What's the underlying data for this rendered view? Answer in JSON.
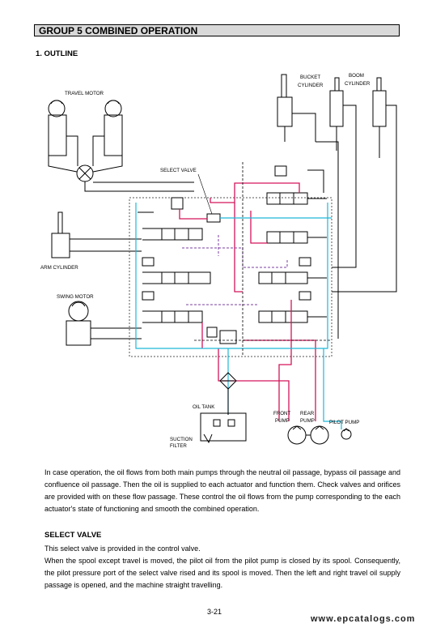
{
  "header": {
    "group_title": "GROUP  5  COMBINED OPERATION"
  },
  "section": {
    "title": "1. OUTLINE"
  },
  "diagram": {
    "labels": {
      "travel_motor": "TRAVEL MOTOR",
      "bucket_cylinder_1": "BUCKET",
      "bucket_cylinder_2": "CYLINDER",
      "boom_cylinder_1": "BOOM",
      "boom_cylinder_2": "CYLINDER",
      "select_valve": "SELECT VALVE",
      "arm_cylinder": "ARM CYLINDER",
      "swing_motor": "SWING MOTOR",
      "oil_tank": "OIL TANK",
      "front_pump_1": "FRONT",
      "front_pump_2": "PUMP",
      "rear_pump_1": "REAR",
      "rear_pump_2": "PUMP",
      "pilot_pump": "PILOT PUMP",
      "suction_filter_1": "SUCTION",
      "suction_filter_2": "FILTER"
    },
    "colors": {
      "pressure_line": "#d4145a",
      "pilot_line": "#1fb7d6",
      "drain_line": "#7b3fa0",
      "main_line": "#000000"
    }
  },
  "body": {
    "paragraph_1": "In case operation, the oil flows from both main pumps through the neutral oil passage, bypass oil passage and confluence oil passage.   Then the oil is supplied to each actuator and function them. Check valves and orifices are provided with on these flow passage.  These control the oil flows from the pump corresponding to the each actuator's state of functioning and smooth the combined operation.",
    "subheading": "SELECT VALVE",
    "paragraph_2": "This select valve is provided in the control valve.",
    "paragraph_3": "When the spool except travel is moved, the pilot oil from the pilot pump is closed by its spool. Consequently, the pilot pressure port of the select valve rised and its spool is moved. Then the left and right travel oil supply passage is opened, and the machine straight travelling."
  },
  "footer": {
    "page_number": "3-21",
    "watermark": "www.epcatalogs.com"
  }
}
